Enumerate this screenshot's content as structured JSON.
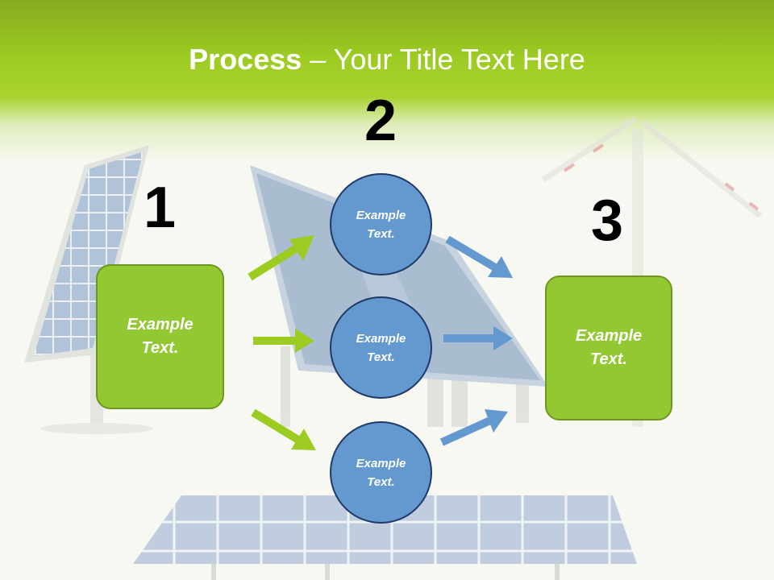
{
  "title": {
    "bold": "Process",
    "rest": " – Your Title Text Here"
  },
  "steps": [
    {
      "number": "1",
      "label": "Example\nText."
    },
    {
      "number": "2",
      "items": [
        "Example\nText.",
        "Example\nText.",
        "Example\nText."
      ]
    },
    {
      "number": "3",
      "label": "Example\nText."
    }
  ],
  "colors": {
    "header": "#9ccb22",
    "box_fill": "#92c832",
    "circle_fill": "#6399cf",
    "green_arrow": "#9ccb22",
    "blue_arrow": "#6399cf"
  }
}
